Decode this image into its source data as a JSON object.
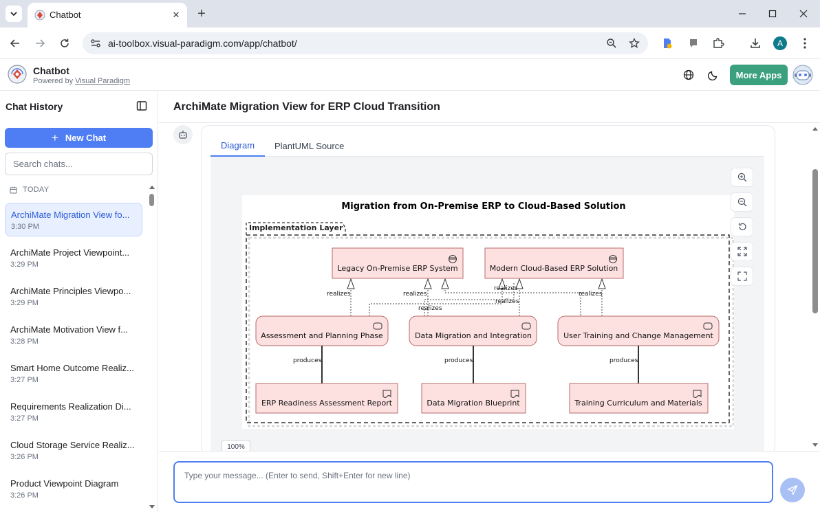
{
  "browser": {
    "tab_title": "Chatbot",
    "url": "ai-toolbox.visual-paradigm.com/app/chatbot/",
    "profile_initial": "A"
  },
  "app": {
    "name": "Chatbot",
    "powered_prefix": "Powered by",
    "powered_link": "Visual Paradigm",
    "more_apps": "More Apps",
    "brand_color": "#3aa07e",
    "accent_color": "#4f7df3"
  },
  "sidebar": {
    "title": "Chat History",
    "new_chat": "New Chat",
    "search_placeholder": "Search chats...",
    "group_label": "TODAY",
    "items": [
      {
        "title": "ArchiMate Migration View fo...",
        "time": "3:30 PM",
        "active": true
      },
      {
        "title": "ArchiMate Project Viewpoint...",
        "time": "3:29 PM"
      },
      {
        "title": "ArchiMate Principles Viewpo...",
        "time": "3:29 PM"
      },
      {
        "title": "ArchiMate Motivation View f...",
        "time": "3:28 PM"
      },
      {
        "title": "Smart Home Outcome Realiz...",
        "time": "3:27 PM"
      },
      {
        "title": "Requirements Realization Di...",
        "time": "3:27 PM"
      },
      {
        "title": "Cloud Storage Service Realiz...",
        "time": "3:26 PM"
      },
      {
        "title": "Product Viewpoint Diagram",
        "time": "3:26 PM"
      }
    ]
  },
  "main": {
    "title": "ArchiMate Migration View for ERP Cloud Transition",
    "tabs": [
      "Diagram",
      "PlantUML Source"
    ],
    "zoom": "100%",
    "composer_placeholder": "Type your message... (Enter to send, Shift+Enter for new line)"
  },
  "diagram": {
    "title": "Migration from On-Premise ERP to Cloud-Based Solution",
    "group": "Implementation Layer",
    "systems": [
      {
        "label": "Legacy On-Premise ERP System"
      },
      {
        "label": "Modern Cloud-Based ERP Solution"
      }
    ],
    "work_packages": [
      {
        "label": "Assessment and Planning Phase"
      },
      {
        "label": "Data Migration and Integration"
      },
      {
        "label": "User Training and Change Management"
      }
    ],
    "deliverables": [
      {
        "label": "ERP Readiness Assessment Report"
      },
      {
        "label": "Data Migration Blueprint"
      },
      {
        "label": "Training Curriculum and Materials"
      }
    ],
    "relation_realizes": "realizes",
    "relation_produces": "produces",
    "element_fill": "#fde0e0",
    "element_stroke": "#b76b6b"
  }
}
